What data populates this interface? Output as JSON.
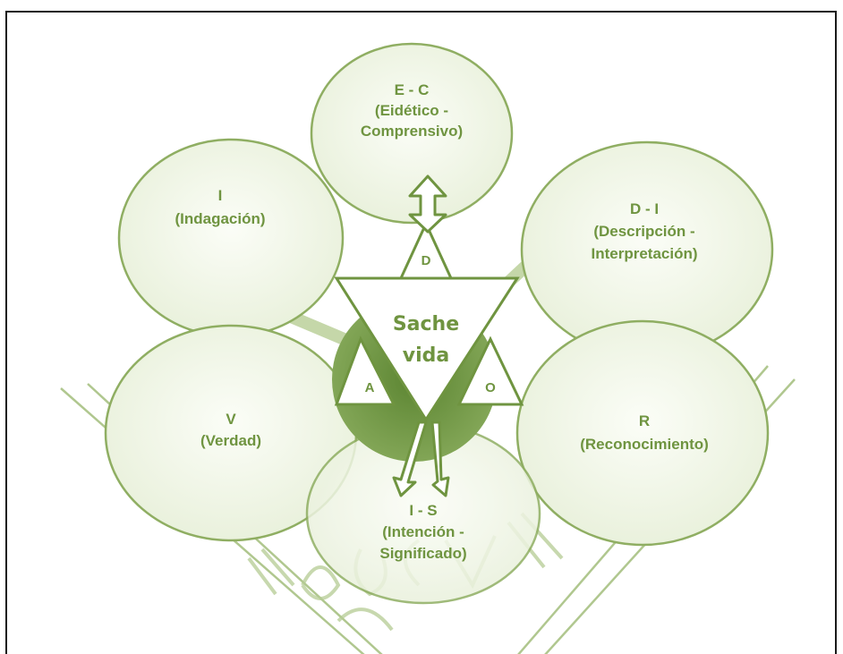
{
  "center": {
    "line1": "Sache",
    "line2": "vida"
  },
  "triangles": {
    "top": "D",
    "left": "A",
    "right": "O"
  },
  "nodes": {
    "ec": {
      "line1": "E - C",
      "line2": "(Eidético  -",
      "line3": "Comprensivo)"
    },
    "i": {
      "line1": "I",
      "line2": "(Indagación)"
    },
    "di": {
      "line1": "D - I",
      "line2": "(Descripción  -",
      "line3": "Interpretación)"
    },
    "v": {
      "line1": "V",
      "line2": "(Verdad)"
    },
    "r": {
      "line1": "R",
      "line2": "(Reconocimiento)"
    },
    "is": {
      "line1": "I  - S",
      "line2": "(Intención -",
      "line3": "Significado)"
    }
  },
  "colors": {
    "stroke": "#8fae62",
    "text": "#6f9440",
    "fill_light": "#eef4e2",
    "dark": "#6a8e3c"
  }
}
